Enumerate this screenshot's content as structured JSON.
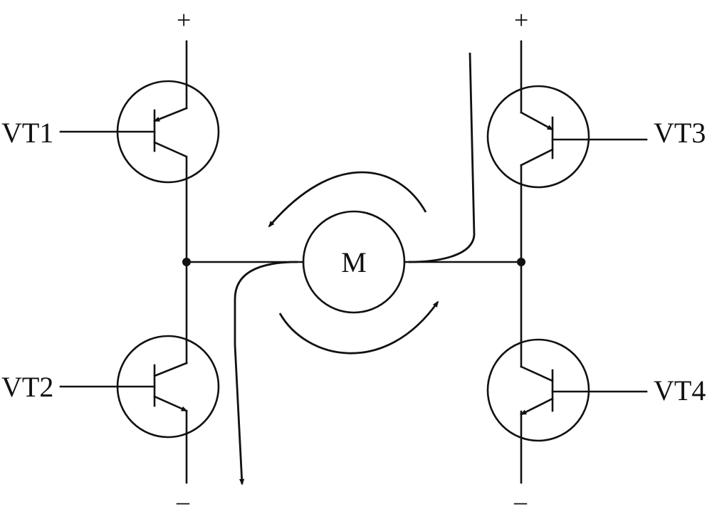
{
  "diagram": {
    "transistors": [
      {
        "id": "vt1",
        "label": "VT1"
      },
      {
        "id": "vt2",
        "label": "VT2"
      },
      {
        "id": "vt3",
        "label": "VT3"
      },
      {
        "id": "vt4",
        "label": "VT4"
      }
    ],
    "motor_label": "M",
    "supply_plus": "+",
    "supply_minus": "–"
  }
}
